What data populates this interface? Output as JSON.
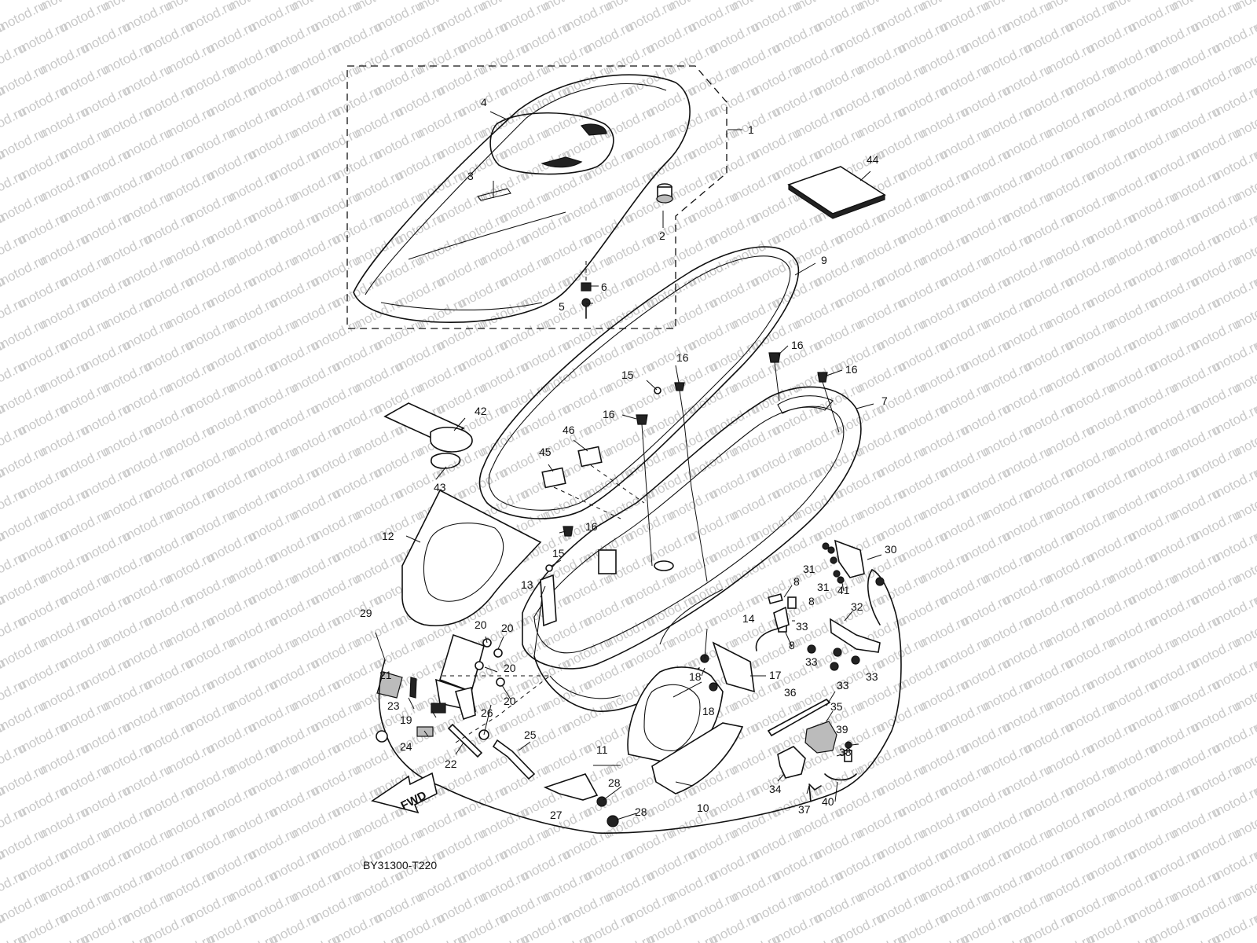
{
  "watermark_text": "motod.ru",
  "diagram_code": "BY31300-T220",
  "direction_label": "FWD",
  "callouts": [
    "1",
    "2",
    "3",
    "4",
    "5",
    "6",
    "7",
    "8",
    "9",
    "10",
    "11",
    "12",
    "13",
    "14",
    "15",
    "16",
    "17",
    "18",
    "19",
    "20",
    "21",
    "22",
    "23",
    "24",
    "25",
    "26",
    "27",
    "28",
    "29",
    "30",
    "31",
    "32",
    "33",
    "34",
    "35",
    "36",
    "37",
    "38",
    "39",
    "40",
    "41",
    "42",
    "43",
    "44",
    "45",
    "46"
  ]
}
